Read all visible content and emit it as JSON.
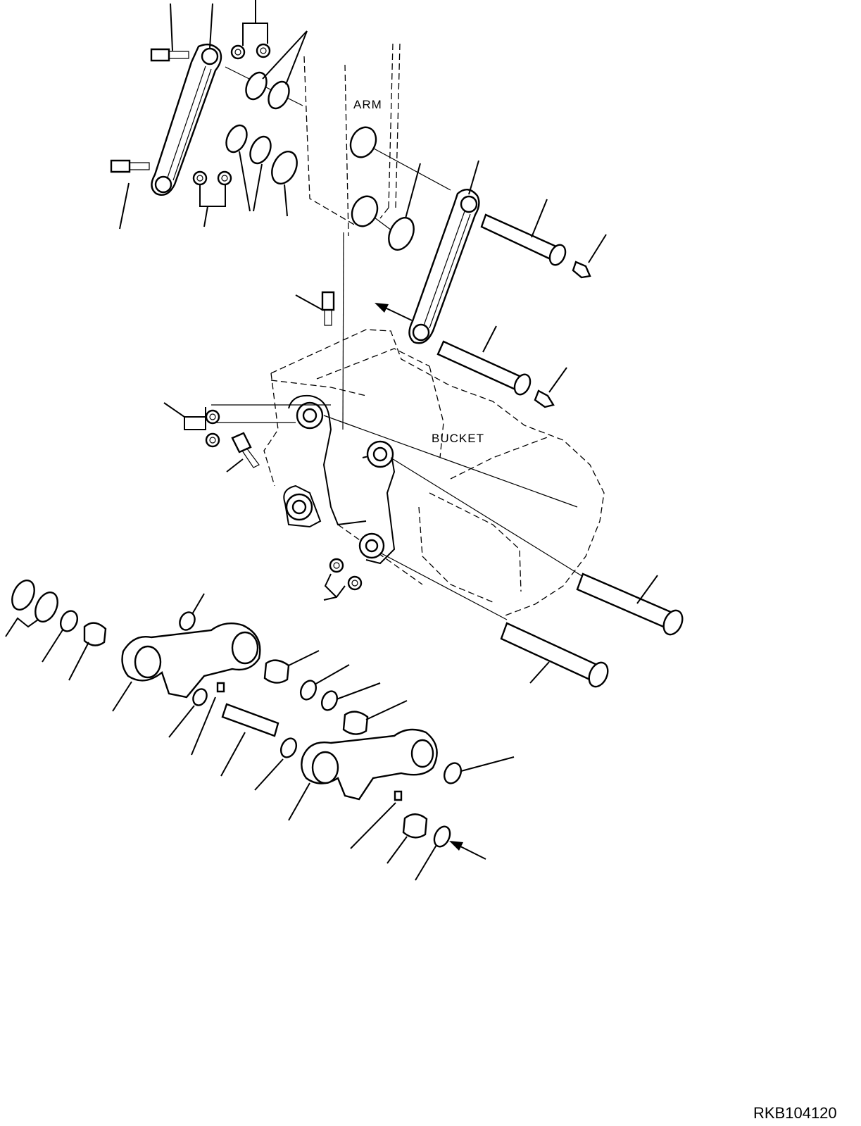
{
  "labels": {
    "arm": "ARM",
    "bucket": "BUCKET"
  },
  "drawing_code": "RKB104120"
}
